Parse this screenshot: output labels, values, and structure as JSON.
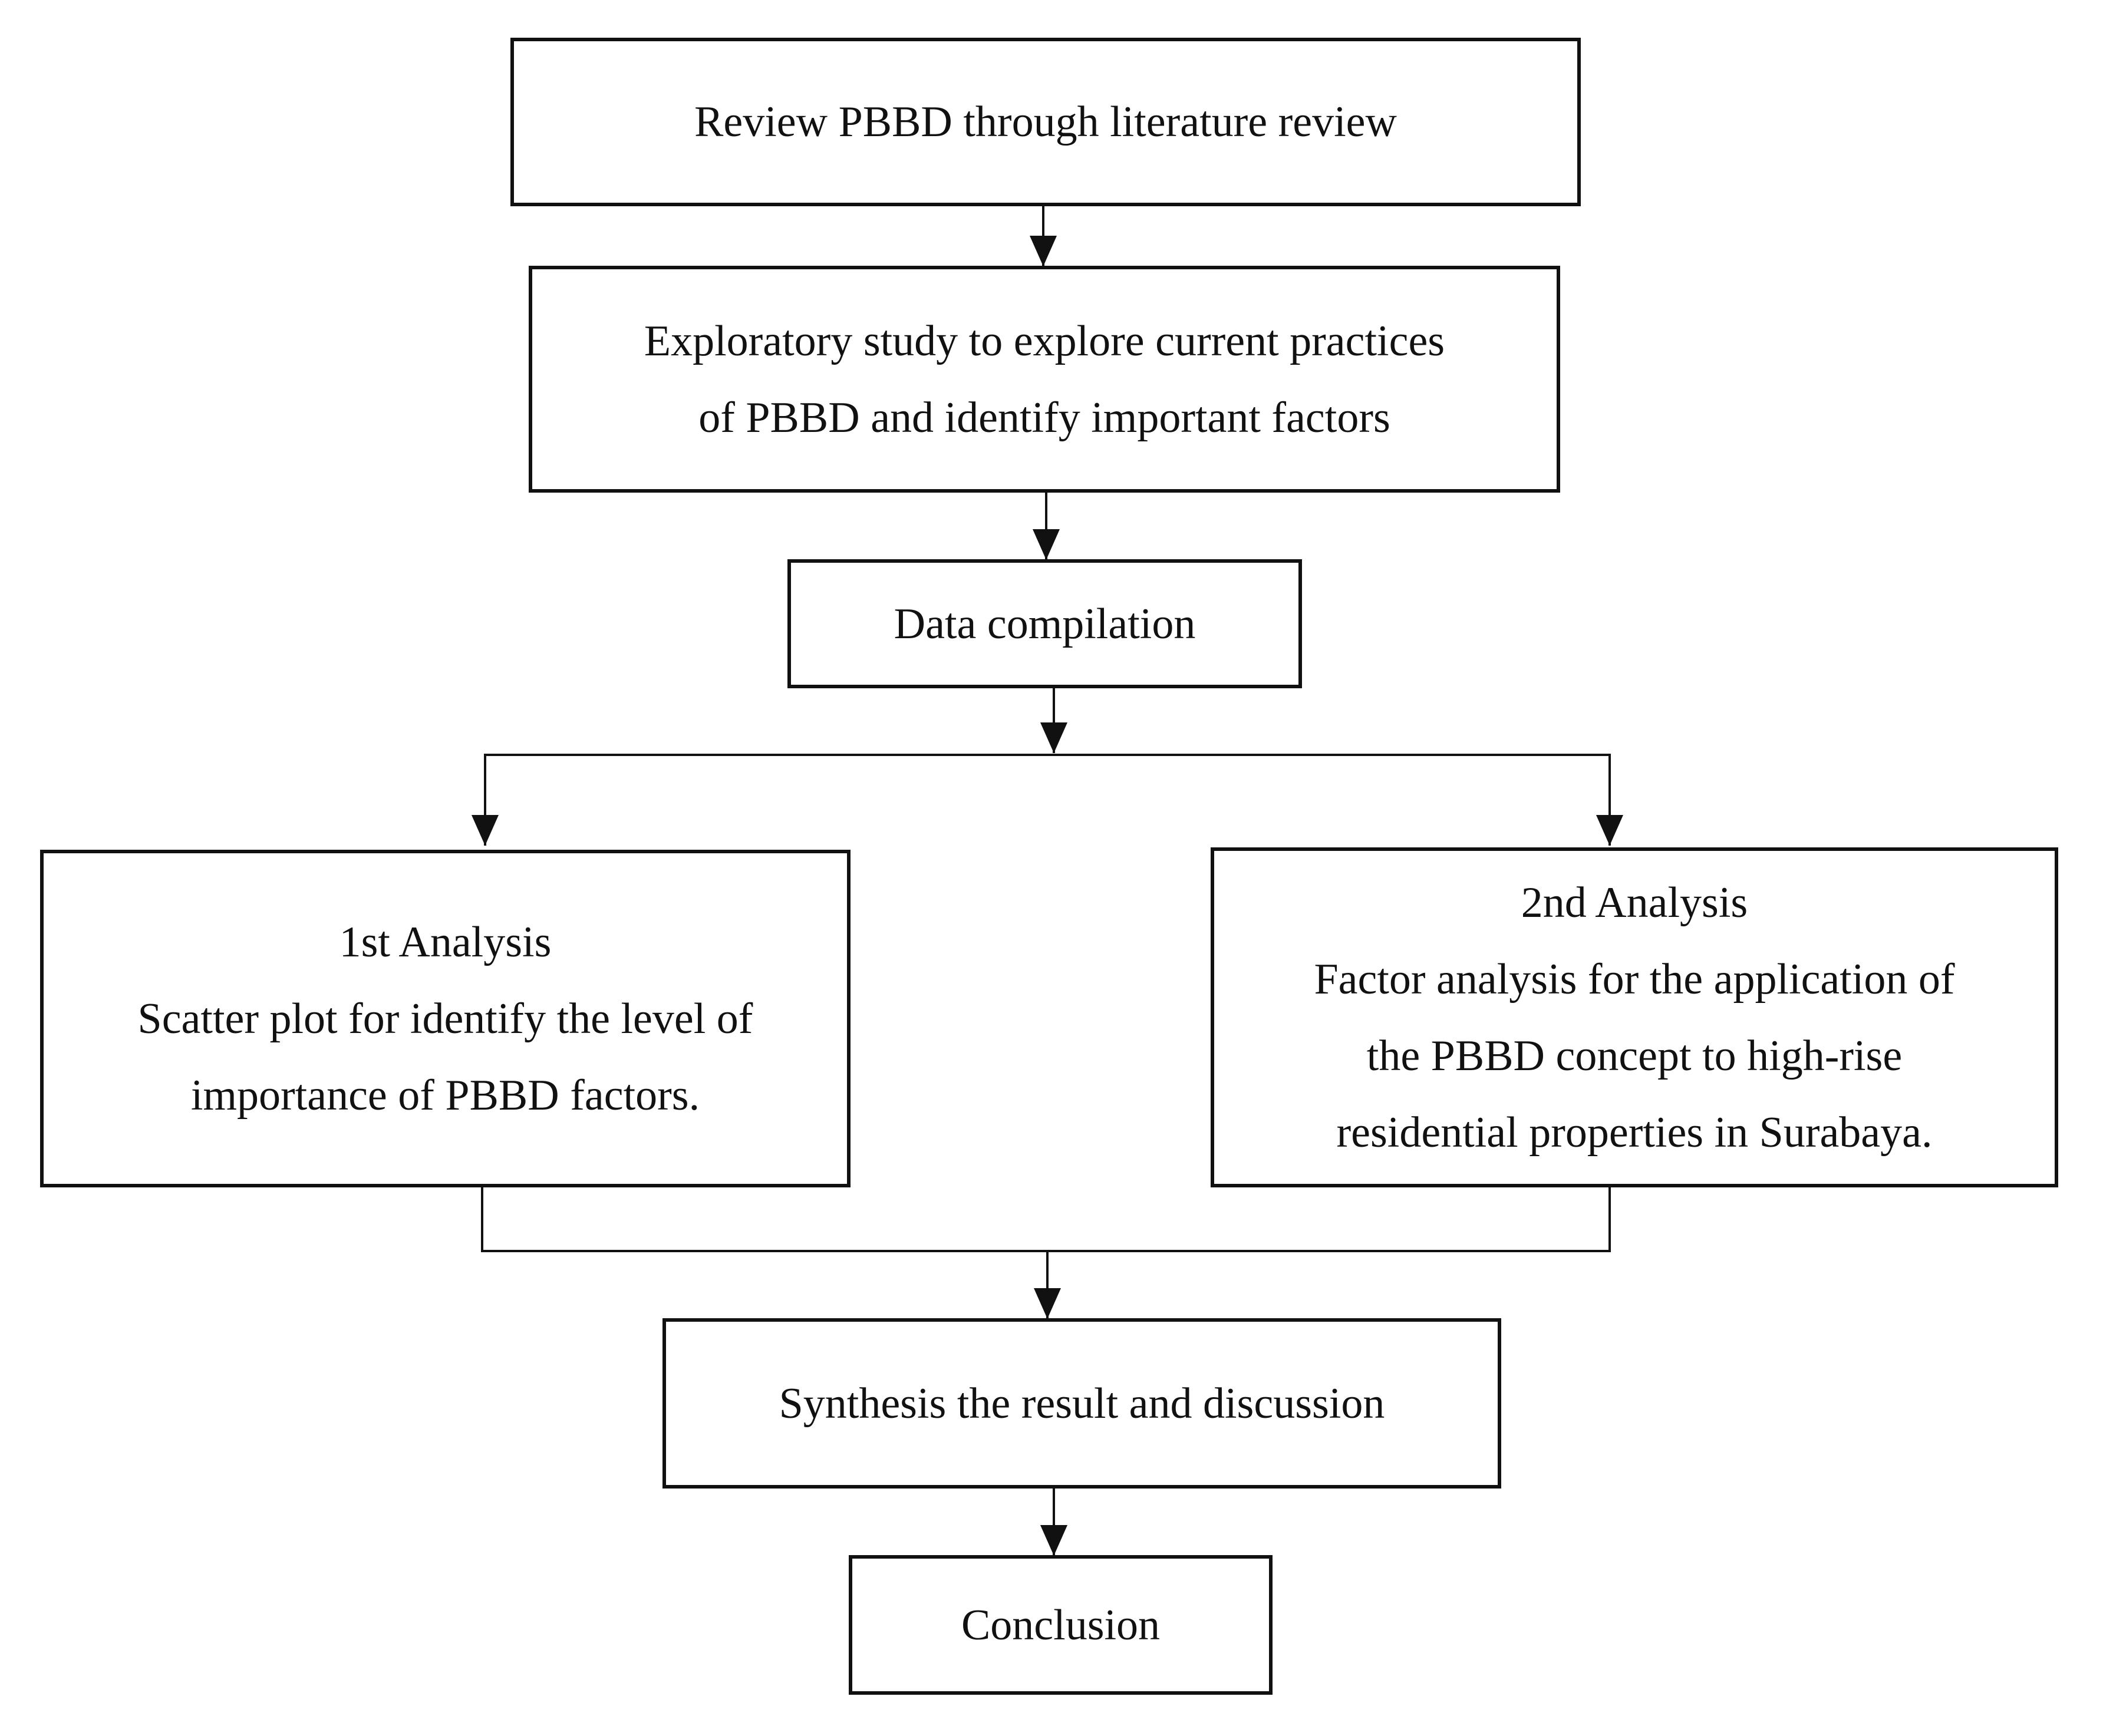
{
  "flowchart": {
    "review": {
      "lines": [
        "Review PBBD through literature review"
      ]
    },
    "exploratory": {
      "lines": [
        "Exploratory study to explore current practices",
        "of PBBD and identify important factors"
      ]
    },
    "compilation": {
      "lines": [
        "Data compilation"
      ]
    },
    "analysis1": {
      "lines": [
        "1st Analysis",
        "Scatter plot for identify the level of",
        "importance of PBBD factors."
      ]
    },
    "analysis2": {
      "lines": [
        "2nd Analysis",
        "Factor analysis for the application of",
        "the PBBD concept to high-rise",
        "residential properties in Surabaya."
      ]
    },
    "synthesis": {
      "lines": [
        "Synthesis the result and discussion"
      ]
    },
    "conclusion": {
      "lines": [
        "Conclusion"
      ]
    }
  },
  "colors": {
    "stroke": "#111111",
    "background": "#ffffff"
  }
}
